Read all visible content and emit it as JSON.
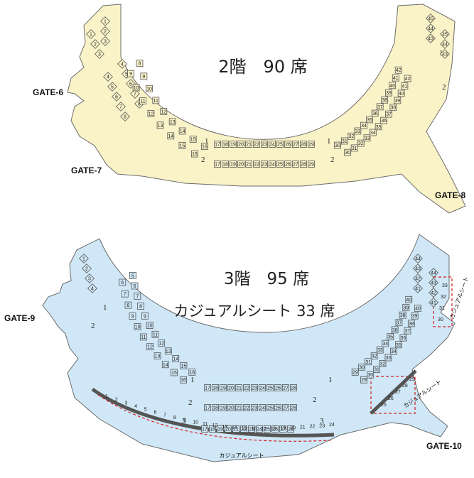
{
  "colors": {
    "floor2_fill": "#FAF3C8",
    "floor3_fill": "#CFE7F6",
    "outline": "#6b6b6b",
    "casual_border": "#d42020",
    "casual_bar": "#555555"
  },
  "floor2": {
    "title": "2階　90 席",
    "gates": {
      "left_top": "GATE-6",
      "left_bottom": "GATE-7",
      "right": "GATE-8"
    },
    "rows": {
      "left_1": "1",
      "left_2": "2",
      "mid_1": "1",
      "mid_2": "2",
      "right_1": "1",
      "right_2": "2"
    }
  },
  "floor3": {
    "title": "3階　95 席",
    "subtitle": "カジュアルシート 33 席",
    "gates": {
      "left": "GATE-9",
      "right": "GATE-10"
    },
    "rows": {
      "left_1": "1",
      "left_2": "2",
      "mid_1": "1",
      "mid_2": "2",
      "mid_3": "3",
      "right_1": "1",
      "right_2": "2",
      "right_3": "3"
    },
    "casual_label_bottom": "カジュアルシート",
    "casual_label_right": "カジュアルシート",
    "casual_label_right2": "カジュアルシート"
  }
}
